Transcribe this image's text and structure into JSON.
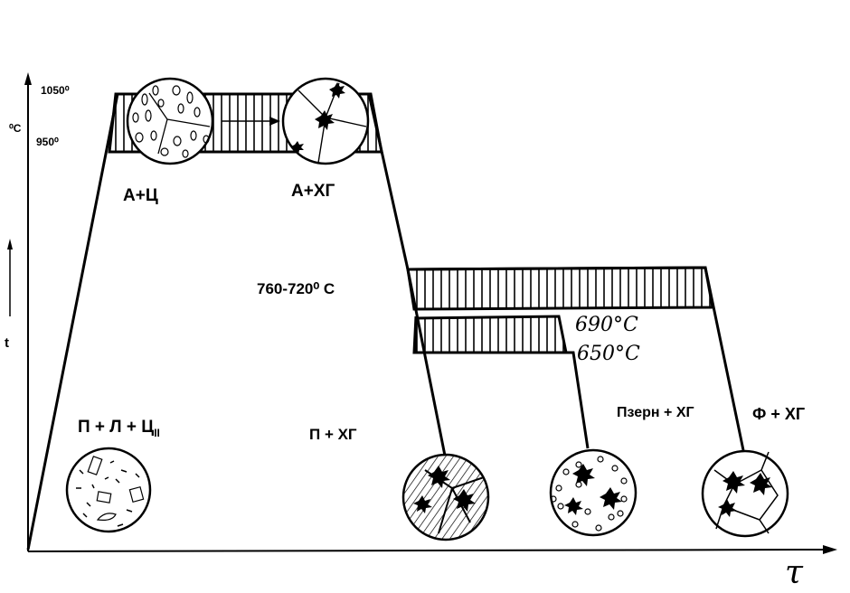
{
  "axes": {
    "y_label": "t",
    "y_unit": "⁰C",
    "x_label": "τ",
    "tick_1050": "1050⁰",
    "tick_950": "950⁰"
  },
  "labels": {
    "a_c": "А+Ц",
    "a_xg": "А+ХГ",
    "temp_range": "760-720⁰ С",
    "p_l_c_main": "П + Л + Ц",
    "p_l_c_sub": "II",
    "p_xg": "П + ХГ",
    "t690": "690°C",
    "t650": "650°C",
    "pgrain_xg": "Пзерн + ХГ",
    "f_xg": "Ф + ХГ"
  }
}
